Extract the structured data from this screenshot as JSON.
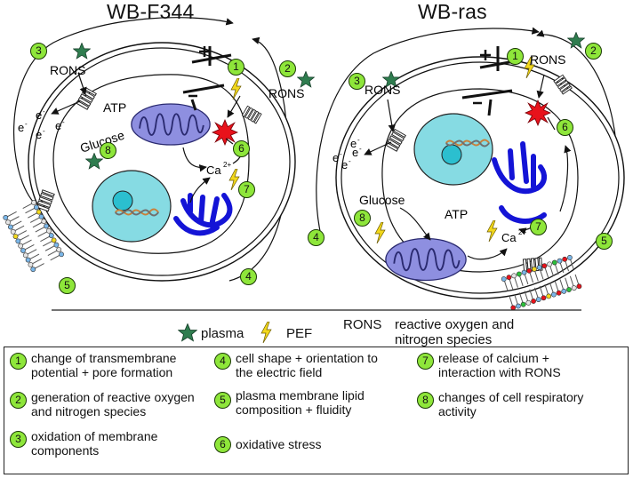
{
  "titles": {
    "left": "WB-F344",
    "right": "WB-ras"
  },
  "labels": {
    "rons": "RONS",
    "glucose": "Glucose",
    "atp": "ATP",
    "electron": "e",
    "ca": "Ca",
    "ca_sup": "2+"
  },
  "legend": {
    "plasma": "plasma",
    "pef": "PEF",
    "rons_abbr": "RONS",
    "rons_desc_1": "reactive oxygen and",
    "rons_desc_2": "nitrogen species"
  },
  "key": [
    {
      "num": "1",
      "line1": "change of transmembrane",
      "line2": "potential + pore formation"
    },
    {
      "num": "2",
      "line1": "generation of reactive oxygen",
      "line2": "and nitrogen species"
    },
    {
      "num": "3",
      "line1": "oxidation of membrane",
      "line2": "components"
    },
    {
      "num": "4",
      "line1": "cell shape + orientation to",
      "line2": "the electric field"
    },
    {
      "num": "5",
      "line1": "plasma membrane lipid",
      "line2": "composition + fluidity"
    },
    {
      "num": "6",
      "line1": "oxidative stress",
      "line2": ""
    },
    {
      "num": "7",
      "line1": "release of calcium +",
      "line2": "interaction with RONS"
    },
    {
      "num": "8",
      "line1": "changes of cell respiratory",
      "line2": "activity"
    }
  ],
  "colors": {
    "badge": "#8ee63a",
    "star": "#2f7d4f",
    "bolt": "#f2d81c",
    "mito": "#8e8fe0",
    "nucleus": "#86dbe3",
    "er": "#1414d6",
    "burst": "#e8121b"
  }
}
